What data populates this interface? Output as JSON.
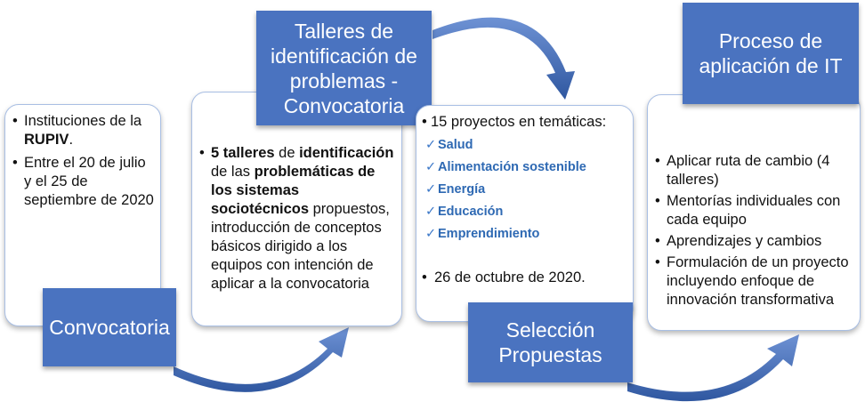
{
  "stage1": {
    "label": "Convocatoria",
    "items": [
      {
        "pre": "Instituciones de la ",
        "bold": "RUPIV",
        "post": "."
      },
      {
        "pre": "Entre el 20 de julio y el 25 de septiembre de 2020",
        "bold": "",
        "post": ""
      }
    ]
  },
  "stage2": {
    "label": "Talleres de identificación de problemas - Convocatoria",
    "item": {
      "bold1": "5 talleres",
      "mid1": " de ",
      "bold2": "identificación",
      "mid2": " de las ",
      "bold3": "problemáticas de los sistemas sociotécnicos",
      "post": " propuestos, introducción de conceptos básicos dirigido a los equipos con intención de aplicar a la convocatoria"
    }
  },
  "stage3": {
    "label": "Selección Propuestas",
    "intro": "15 proyectos en temáticas:",
    "themes": [
      "Salud",
      "Alimentación sostenible",
      "Energía",
      "Educación",
      "Emprendimiento"
    ],
    "date": "26 de octubre de 2020."
  },
  "stage4": {
    "label": "Proceso de aplicación de IT",
    "items": [
      "Aplicar ruta de cambio (4 talleres)",
      "Mentorías individuales con cada equipo",
      "Aprendizajes y cambios",
      "Formulación de un proyecto incluyendo enfoque de innovación transformativa"
    ]
  },
  "colors": {
    "accent": "#4a73c0",
    "card_border": "#a9bfe4",
    "theme_text": "#2e69b3"
  },
  "icons": {
    "bullet": "•",
    "check": "✓"
  }
}
